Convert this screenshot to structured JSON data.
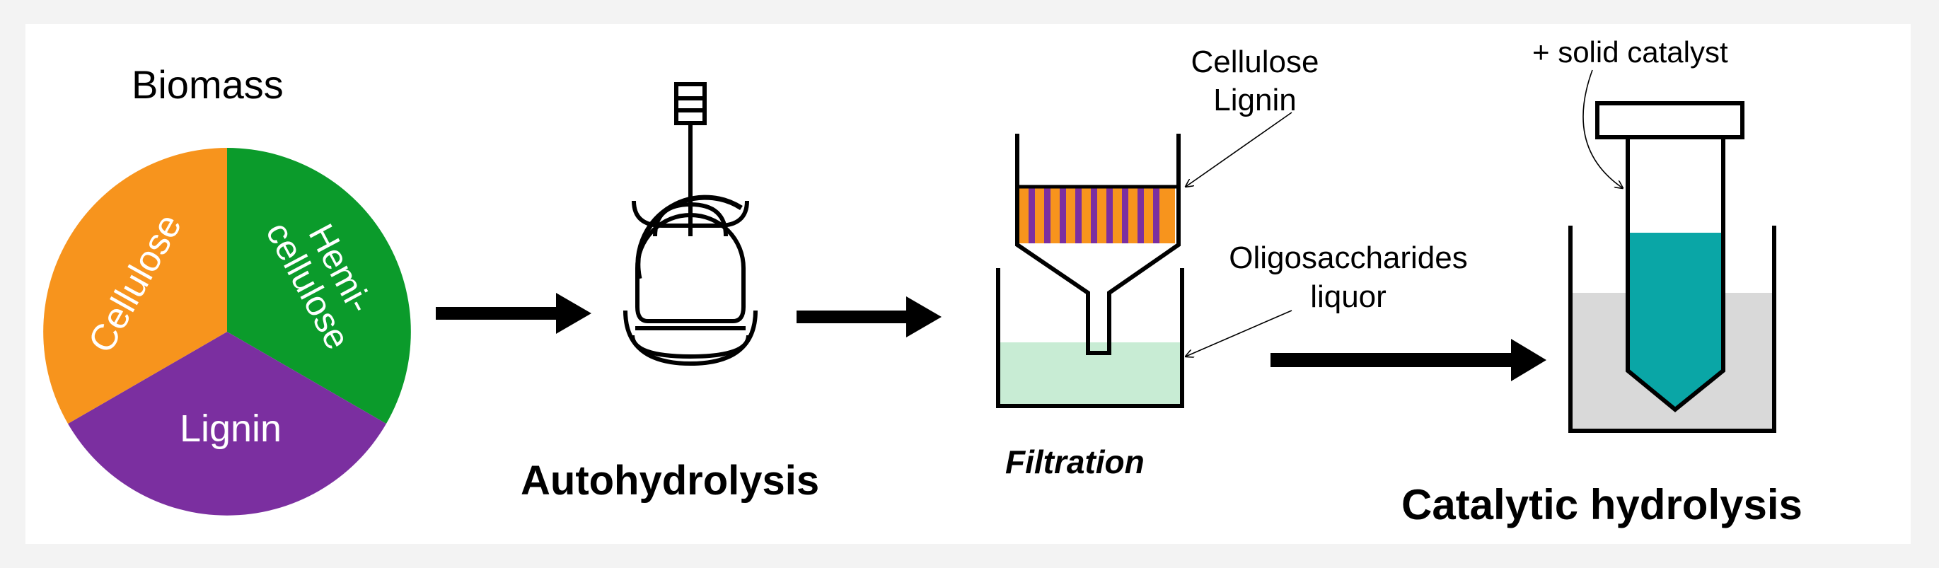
{
  "pie": {
    "title": "Biomass",
    "slices": [
      {
        "label": "Cellulose",
        "color": "#f7941d"
      },
      {
        "label_line1": "Hemi-",
        "label_line2": "cellulose",
        "color": "#0b9b2b"
      },
      {
        "label": "Lignin",
        "color": "#7b2fa0"
      }
    ]
  },
  "steps": {
    "autohydrolysis": "Autohydrolysis",
    "filtration": "Filtration",
    "catalytic": "Catalytic hydrolysis"
  },
  "annotations": {
    "cellulose": "Cellulose",
    "lignin": "Lignin",
    "oligo_line1": "Oligosaccharides",
    "oligo_line2": "liquor",
    "solid_catalyst": "+ solid catalyst"
  },
  "colors": {
    "liquor": "#c8ecd4",
    "tube_liquid": "#0aa6a6",
    "bath_liquid": "#d9d9d9",
    "stripe_orange": "#f7941d",
    "stripe_purple": "#7b2fa0"
  }
}
